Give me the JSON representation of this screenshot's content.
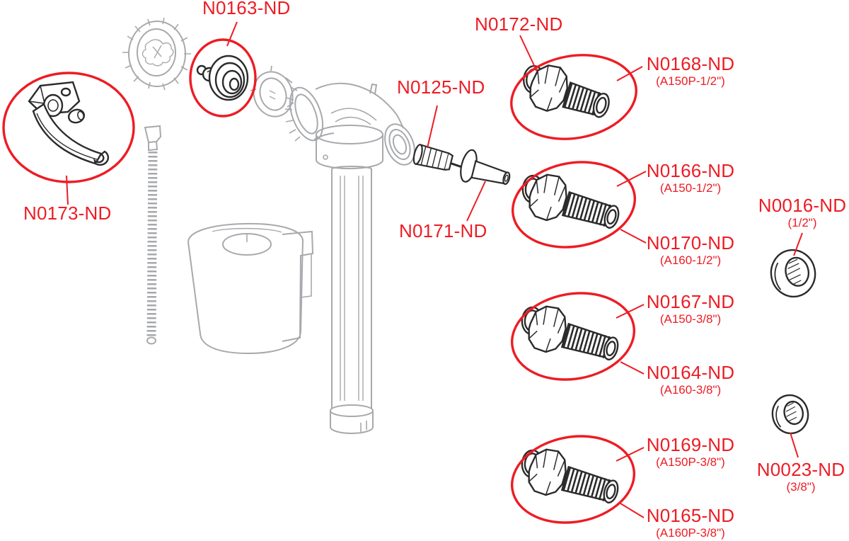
{
  "diagram_type": "exploded-parts-diagram",
  "subject": "fill-valve-spare-parts",
  "colors": {
    "accent_red": "#ed1c24",
    "dark_part_line": "#2b2b2b",
    "light_part_line": "#a7a9ac",
    "background": "#ffffff"
  },
  "labels": {
    "n0163": {
      "code": "N0163-ND",
      "model": ""
    },
    "n0172": {
      "code": "N0172-ND",
      "model": ""
    },
    "n0168": {
      "code": "N0168-ND",
      "model": "(A150P-1/2\")"
    },
    "n0125": {
      "code": "N0125-ND",
      "model": ""
    },
    "n0166": {
      "code": "N0166-ND",
      "model": "(A150-1/2\")"
    },
    "n0170": {
      "code": "N0170-ND",
      "model": "(A160-1/2\")"
    },
    "n0016": {
      "code": "N0016-ND",
      "model": "(1/2\")"
    },
    "n0173": {
      "code": "N0173-ND",
      "model": ""
    },
    "n0171": {
      "code": "N0171-ND",
      "model": ""
    },
    "n0167": {
      "code": "N0167-ND",
      "model": "(A150-3/8\")"
    },
    "n0164": {
      "code": "N0164-ND",
      "model": "(A160-3/8\")"
    },
    "n0169": {
      "code": "N0169-ND",
      "model": "(A150P-3/8\")"
    },
    "n0023": {
      "code": "N0023-ND",
      "model": "(3/8\")"
    },
    "n0165": {
      "code": "N0165-ND",
      "model": "(A160P-3/8\")"
    }
  }
}
